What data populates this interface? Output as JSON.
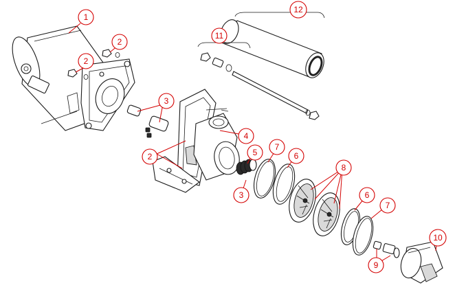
{
  "diagram": {
    "callouts": [
      {
        "id": "c1",
        "label": "1"
      },
      {
        "id": "c2a",
        "label": "2"
      },
      {
        "id": "c2b",
        "label": "2"
      },
      {
        "id": "c2c",
        "label": "2"
      },
      {
        "id": "c3a",
        "label": "3"
      },
      {
        "id": "c3b",
        "label": "3"
      },
      {
        "id": "c4",
        "label": "4"
      },
      {
        "id": "c5",
        "label": "5"
      },
      {
        "id": "c6a",
        "label": "6"
      },
      {
        "id": "c6b",
        "label": "6"
      },
      {
        "id": "c7a",
        "label": "7"
      },
      {
        "id": "c7b",
        "label": "7"
      },
      {
        "id": "c8",
        "label": "8"
      },
      {
        "id": "c9",
        "label": "9"
      },
      {
        "id": "c10",
        "label": "10"
      },
      {
        "id": "c11",
        "label": "11"
      },
      {
        "id": "c12",
        "label": "12"
      }
    ]
  },
  "colors": {
    "callout": "#d40000",
    "line_art": "#1a1a1a",
    "background": "#ffffff"
  }
}
